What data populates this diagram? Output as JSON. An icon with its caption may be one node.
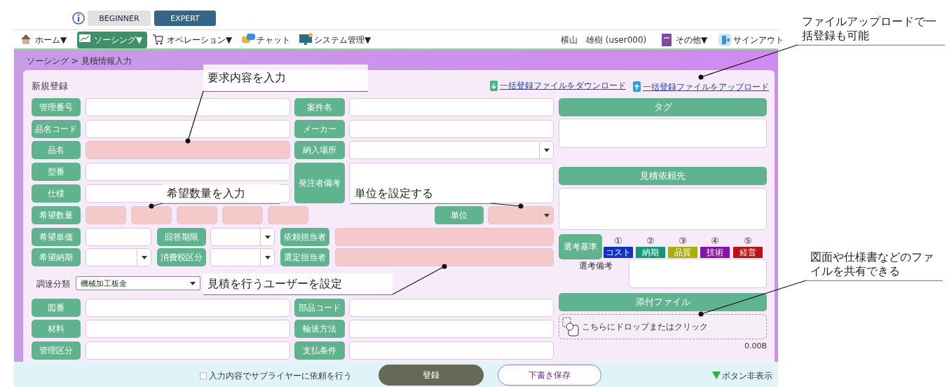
{
  "diagram": {
    "nodes": [
      {
        "text": [
          "ファイルアップロードで一括登録も可能"
        ]
      },
      {
        "text": [
          "一括登録ファイルをアップロード"
        ]
      },
      {
        "text": [
          "要求内容を入力"
        ]
      },
      {
        "text": [],
        "shape": "box"
      },
      {
        "text": [
          "希望数量を入力"
        ]
      },
      {
        "text": [],
        "shape": "box"
      },
      {
        "text": [
          "単位を設定する"
        ]
      },
      {
        "text": [],
        "shape": "box"
      },
      {
        "text": [
          "図面や仕様書などのファイルを共有できる"
        ]
      },
      {
        "text": [
          "こちらにドロップまたはクリック"
        ],
        "beside": [
          "0.00B"
        ]
      },
      {
        "text": [
          "見積を行うユーザーを設定"
        ]
      },
      {
        "text": [],
        "shape": "box"
      },
      {
        "text": [],
        "shape": "box"
      },
      {
        "text": [],
        "shape": "box"
      },
      {
        "text": [],
        "shape": "box"
      },
      {
        "text": [],
        "shape": "box"
      },
      {
        "text": [],
        "shape": "box"
      },
      {
        "text": [],
        "shape": "box"
      },
      {
        "text": [],
        "shape": "box"
      },
      {
        "text": [],
        "shape": "box"
      }
    ],
    "edges": [
      {
        "from": 0,
        "to": 1,
        "arrow": "other"
      },
      {
        "from": 2,
        "to": 3,
        "arrow": "other"
      },
      {
        "from": 4,
        "to": 5,
        "arrow": "other"
      },
      {
        "from": 6,
        "to": 7,
        "arrow": "other"
      },
      {
        "from": 8,
        "to": 9,
        "arrow": "other"
      },
      {
        "from": 10,
        "to": 11,
        "arrow": "other"
      }
    ],
    "labels": [
      "BEGINNER",
      "EXPERT",
      "ホーム▼",
      "ソーシング▼",
      "オペレーション▼",
      "チャット",
      "システム管理▼",
      "横山　雄樹 (user000)",
      "その他▼",
      "サインアウト",
      "ソーシング > 見積情報入力",
      "新規登録",
      "一括登録ファイルをダウンロード",
      "管理番号",
      "案件名",
      "タグ",
      "品名コード",
      "メーカー",
      "品名",
      "納入場所",
      "型番",
      "発注者備考",
      "見積依頼先",
      "仕様",
      "希望数量",
      "単位",
      "希望単価",
      "回答期限",
      "依頼担当者",
      "選考基準",
      "①",
      "②",
      "③",
      "④",
      "⑤",
      "コスト",
      "納期",
      "品質",
      "技術",
      "経営",
      "希望納期",
      "消費税区分",
      "選定担当者",
      "選考備考",
      "調達分類",
      "機械加工板金",
      "添付ファイル",
      "図番",
      "部品コード",
      "材料",
      "輸送方法",
      "管理区分",
      "支払条件",
      "入力内容でサプライヤーに依頼を行う",
      "登録",
      "下書き保存",
      "ボタン非表示"
    ]
  }
}
